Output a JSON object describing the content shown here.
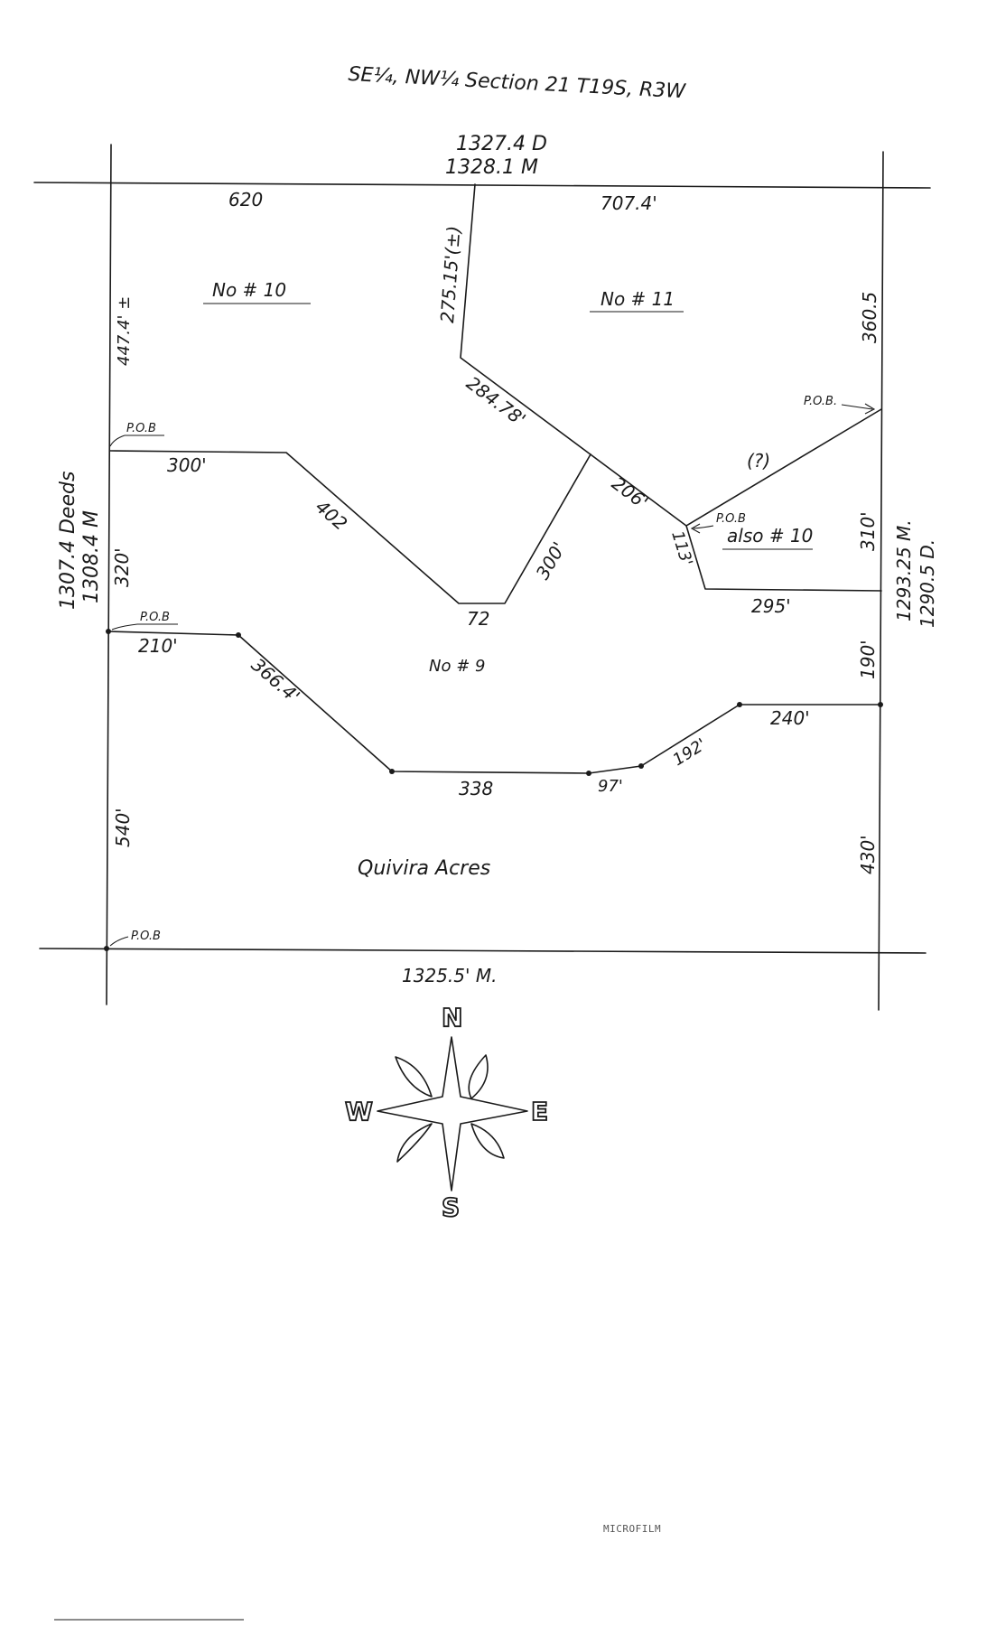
{
  "header": {
    "title": "SE¼, NW¼ Section 21  T19S, R3W"
  },
  "boundary": {
    "north_deed": "1327.4 D",
    "north_measured": "1328.1 M",
    "south_measured": "1325.5' M.",
    "west_deeds": "1307.4 Deeds",
    "west_measured": "1308.4 M",
    "east_measured": "1293.25 M.",
    "east_deed": "1290.5 D."
  },
  "tracts": {
    "no10": "No # 10",
    "no11": "No # 11",
    "no9": "No # 9",
    "also10": "also # 10",
    "quivira": "Quivira Acres"
  },
  "dimensions": {
    "d620": "620",
    "d7074": "707.4'",
    "d27515": "275.15'(±)",
    "d4474": "447.4' ±",
    "d3605": "360.5",
    "d28478": "284.78'",
    "d300a": "300'",
    "d402": "402",
    "d72": "72",
    "d300b": "300'",
    "d206": "206'",
    "d113": "113'",
    "dq": "(?)",
    "d295": "295'",
    "d310": "310'",
    "d320": "320'",
    "d210": "210'",
    "d3664": "366.4'",
    "d338": "338",
    "d97": "97'",
    "d192": "192'",
    "d240": "240'",
    "d190": "190'",
    "d540": "540'",
    "d430": "430'"
  },
  "pob_labels": {
    "west_upper": "P.O.B",
    "west_middle": "P.O.B",
    "southwest": "P.O.B",
    "east": "P.O.B.",
    "center": "P.O.B"
  },
  "compass": {
    "n": "N",
    "s": "S",
    "e": "E",
    "w": "W"
  },
  "footer": {
    "stamp": "MICROFILM"
  }
}
